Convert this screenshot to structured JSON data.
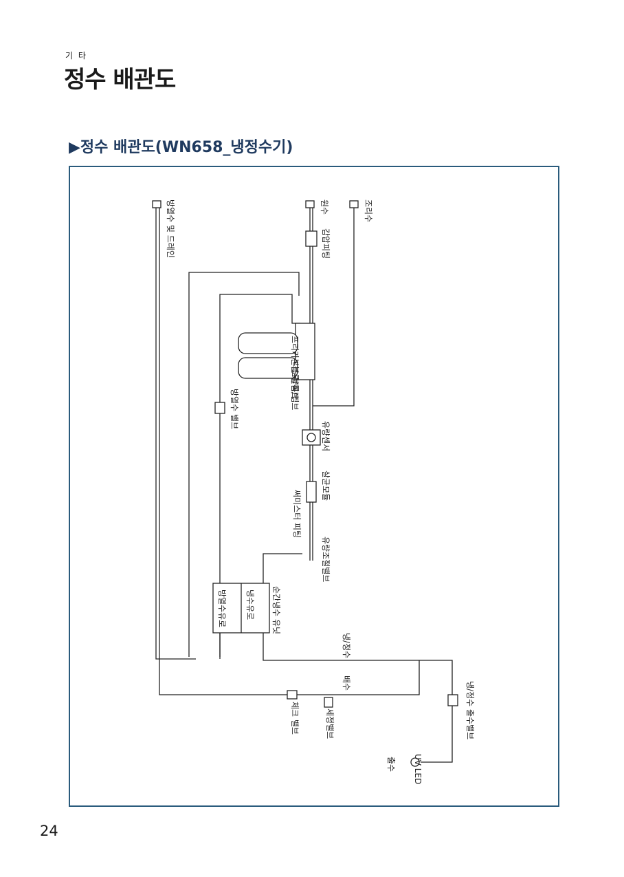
{
  "header": {
    "section": "기 타",
    "title": "정수 배관도"
  },
  "diagram": {
    "title": "▶정수 배관도(WN658_냉정수기)",
    "labels": {
      "hot_drain": "방열수 및 드레인",
      "raw_water": "원수",
      "cooking_water": "조리수",
      "pressure_fitting": "감압피팅",
      "filter1": "프리카본블록/멤브",
      "filter2": "나노블록/멤브",
      "hot_valve": "방열수 밸브",
      "flow_sensor": "유량센서",
      "sterilizer": "살균모듈",
      "thermistor_fitting": "써미스터 피팅",
      "flow_valve": "유량조절밸브",
      "instant_unit": "순간냉수 유닛",
      "cold_channel": "냉수유로",
      "hot_channel": "방열수유로",
      "cold_water": "냉/정수",
      "drain": "배수",
      "check_valve": "체크 밸브",
      "wash_valve": "세정밸브",
      "outlet_valve": "냉/정수 출수밸브",
      "uvled": "UV LED",
      "outlet": "출수"
    }
  },
  "page": {
    "number": "24"
  },
  "colors": {
    "frame": "#2a5b7c",
    "title": "#1f3a5f",
    "line": "#222222"
  }
}
